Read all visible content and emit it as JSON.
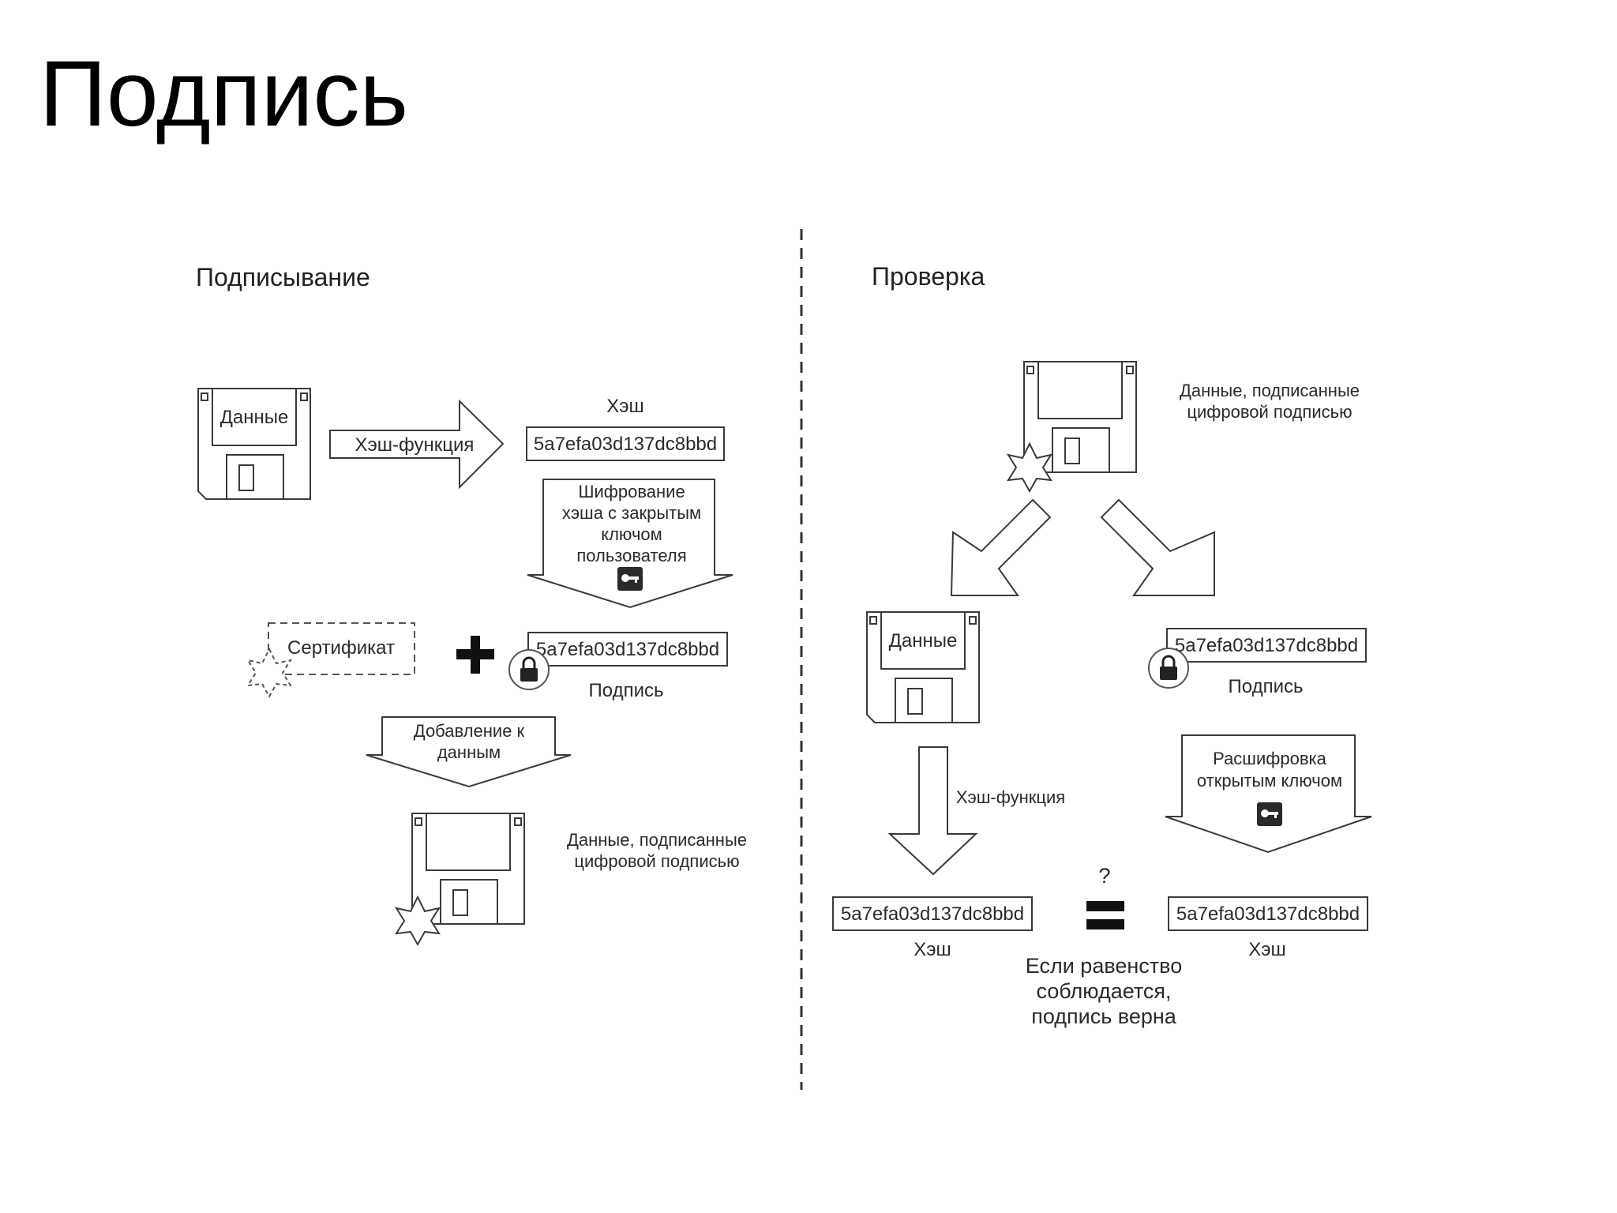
{
  "title": "Подпись",
  "signing": {
    "heading": "Подписывание",
    "data_label": "Данные",
    "hash_function_label": "Хэш-функция",
    "hash_caption": "Хэш",
    "hash_value": "5a7efa03d137dc8bbd",
    "encrypt_line1": "Шифрование",
    "encrypt_line2": "хэша с закрытым",
    "encrypt_line3": "ключом",
    "encrypt_line4": "пользователя",
    "certificate_label": "Сертификат",
    "signature_value": "5a7efa03d137dc8bbd",
    "signature_caption": "Подпись",
    "append_line1": "Добавление к",
    "append_line2": "данным",
    "signed_line1": "Данные, подписанные",
    "signed_line2": "цифровой подписью"
  },
  "verification": {
    "heading": "Проверка",
    "signed_line1": "Данные, подписанные",
    "signed_line2": "цифровой подписью",
    "data_label": "Данные",
    "signature_value": "5a7efa03d137dc8bbd",
    "signature_caption": "Подпись",
    "hash_function_label": "Хэш-функция",
    "decrypt_line1": "Расшифровка",
    "decrypt_line2": "открытым ключом",
    "question_mark": "?",
    "computed_hash_value": "5a7efa03d137dc8bbd",
    "computed_hash_caption": "Хэш",
    "decrypted_hash_value": "5a7efa03d137dc8bbd",
    "decrypted_hash_caption": "Хэш",
    "result_line1": "Если равенство",
    "result_line2": "соблюдается,",
    "result_line3": "подпись верна"
  },
  "icons": {
    "floppy": "floppy-disk-icon",
    "key": "key-icon",
    "lock": "lock-icon",
    "seal": "star-seal-icon",
    "plus": "plus-icon",
    "equals": "equals-icon"
  }
}
